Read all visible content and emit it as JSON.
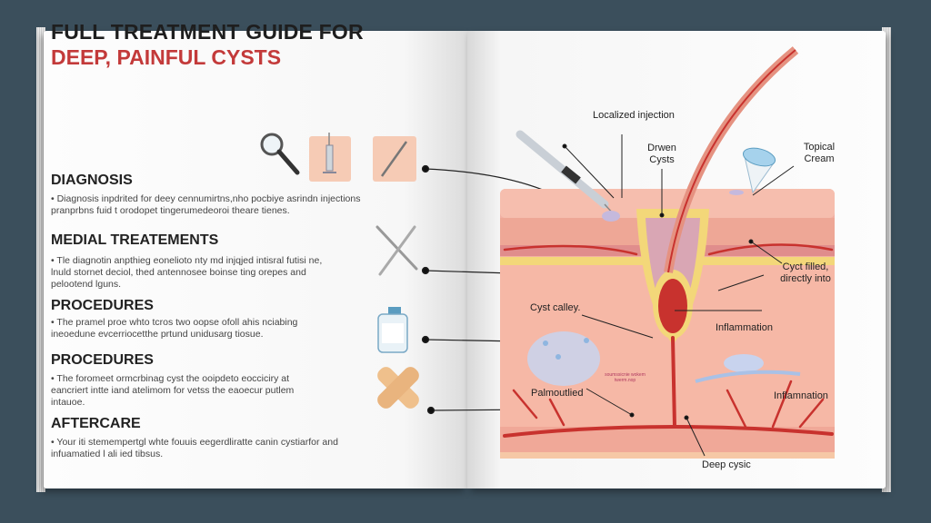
{
  "title": {
    "line1": "FULL TREATMENT GUIDE FOR",
    "line2": "DEEP, PAINFUL CYSTS"
  },
  "sections": [
    {
      "heading": "DIAGNOSIS",
      "body": "• Diagnosis inpdrited for deey cennumirtns,nho pocbiye asrindn injections pranprbns fuid t orodopet tingerumedeoroi theare tienes."
    },
    {
      "heading": "MEDIAL TREATEMENTS",
      "body": "• Tle diagnotin anpthieg eonelioto nty md injqjed intisral futisi ne, lnuld stornet deciol, thed antennosee boinse ting orepes and pelootend lguns."
    },
    {
      "heading": "PROCEDURES",
      "body": "• The pramel proe whto tcros two oopse ofoll ahis nciabing ineoedune evcerriocetthe prtund unidusarg tiosue."
    },
    {
      "heading": "PROCEDURES",
      "body": "• The foromeet ormcrbinag cyst the ooipdeto eocciciry at eancriert intte iand atelimom for vetss the eaoecur putlem intauoe."
    },
    {
      "heading": "AFTERCARE",
      "body": "• Your iti stemempertgl whte fouuis eegerdliratte canin cystiarfor and infuamatied l ali ied tibsus."
    }
  ],
  "icons": [
    "magnifier-icon",
    "syringe-icon",
    "scalpel-icon",
    "crossed-instruments-icon",
    "ointment-bottle-icon",
    "bandage-icon"
  ],
  "diagram_labels": {
    "localized_injection": "Localized injection",
    "drawn_cysts": "Drwen Cysts",
    "topical_cream": "Topical Cream",
    "cyst_filled": "Cyct filled, directly into",
    "cyst_calley": "Cyst calley.",
    "inflammation_1": "Inflammation",
    "inflammation_2": "Inflamnation",
    "palmoutlied": "Palmoutlied",
    "deep_cysic": "Deep cysic",
    "tiny_caption": "soumssicnie wokem twerm.nop"
  },
  "colors": {
    "background": "#3b4f5c",
    "title_accent": "#c33a3a",
    "skin": "#f4b3a3",
    "vessel": "#c8322e",
    "fat_layer": "#f3d779"
  }
}
